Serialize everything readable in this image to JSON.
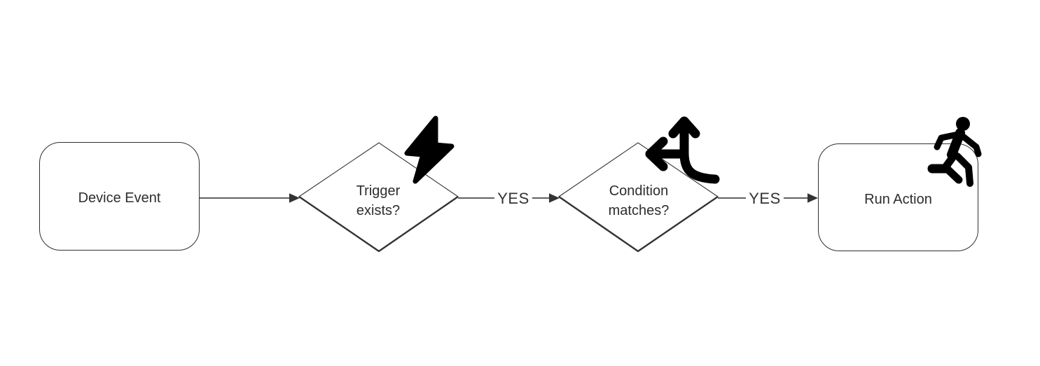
{
  "diagram": {
    "type": "flowchart",
    "orientation": "left-to-right",
    "colors": {
      "background": "#ffffff",
      "node_border": "#2f2f2f",
      "node_fill": "#ffffff",
      "connector": "#4a4a4a",
      "arrowhead": "#333333",
      "text": "#2d2d2d",
      "icon": "#000000"
    },
    "nodes": {
      "device_event": {
        "label": "Device Event",
        "shape": "rounded-rectangle"
      },
      "trigger_exists": {
        "label": "Trigger exists?",
        "shape": "diamond",
        "icon": "lightning-bolt-icon"
      },
      "condition_matches": {
        "label": "Condition matches?",
        "shape": "diamond",
        "icon": "split-arrows-icon"
      },
      "run_action": {
        "label": "Run Action",
        "shape": "rounded-rectangle",
        "icon": "running-person-icon"
      }
    },
    "edges": [
      {
        "from": "device_event",
        "to": "trigger_exists",
        "label": ""
      },
      {
        "from": "trigger_exists",
        "to": "condition_matches",
        "label": "YES"
      },
      {
        "from": "condition_matches",
        "to": "run_action",
        "label": "YES"
      }
    ]
  }
}
